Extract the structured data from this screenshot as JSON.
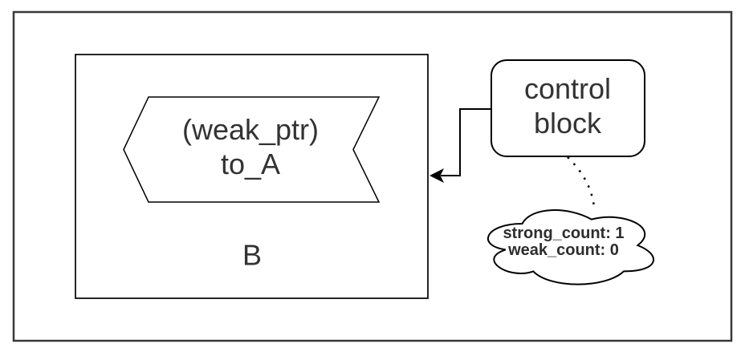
{
  "diagram": {
    "b_box": {
      "label": "B"
    },
    "weak_ptr_shape": {
      "line1": "(weak_ptr)",
      "line2": "to_A"
    },
    "control_block": {
      "line1": "control",
      "line2": "block"
    },
    "counts_cloud": {
      "line1": "strong_count: 1",
      "line2": "weak_count: 0"
    },
    "colors": {
      "outer_frame_stroke": "#383838",
      "shape_stroke": "#000000",
      "label_text": "#333333",
      "background": "#ffffff"
    }
  }
}
